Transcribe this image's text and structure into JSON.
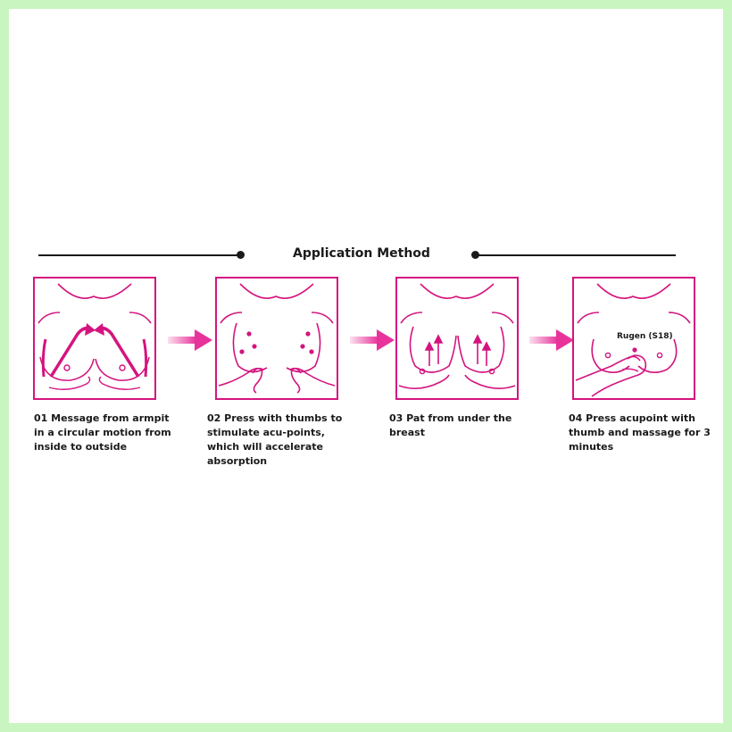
{
  "header": {
    "title": "Application Method"
  },
  "colors": {
    "accent": "#d4147e",
    "arrow": "#e8339a",
    "text": "#1a1a1a",
    "border": "#c8f5c0"
  },
  "steps": [
    {
      "caption": "01 Message from armpit in a circular motion from inside to outside"
    },
    {
      "caption": "02 Press with thumbs to stimulate acu-points, which will accelerate absorption"
    },
    {
      "caption": "03 Pat from under the breast"
    },
    {
      "caption": "04 Press acupoint with thumb and massage for 3 minutes",
      "point_label": "Rugen (S18)"
    }
  ],
  "icons": [
    "circular-massage-arrows-icon",
    "next-step-arrow-icon",
    "thumb-press-icon",
    "upward-pat-arrows-icon",
    "acupoint-press-icon"
  ]
}
